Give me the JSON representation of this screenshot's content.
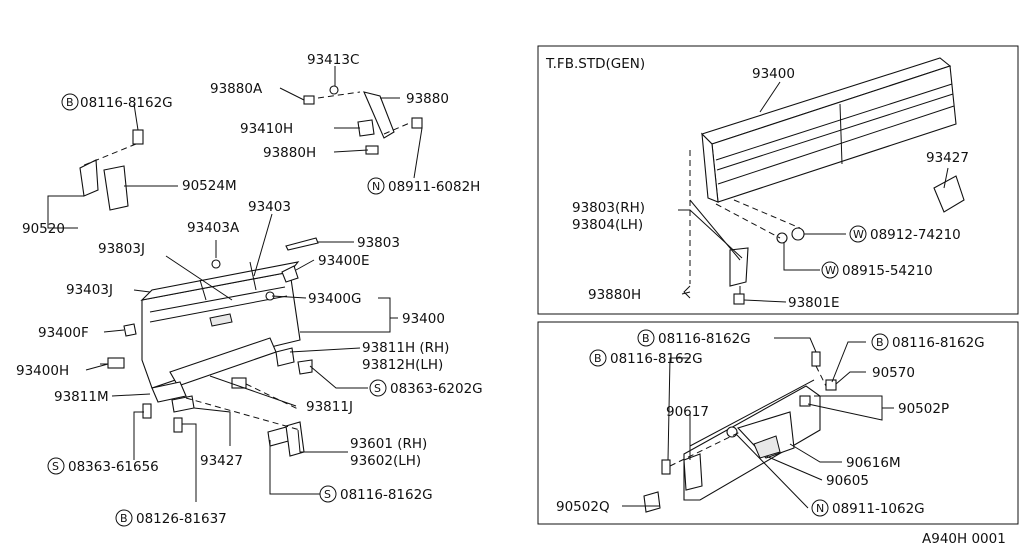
{
  "diagram_code": "A940H 0001",
  "inset_top_title": "T.FB.STD(GEN)",
  "parts": {
    "p93413C": "93413C",
    "p93880A": "93880A",
    "p93880": "93880",
    "p08116_8162G_a": "08116-8162G",
    "p93410H": "93410H",
    "p93880H_a": "93880H",
    "p08911_6082H": "08911-6082H",
    "p90524M": "90524M",
    "p90520": "90520",
    "p93403": "93403",
    "p93403A": "93403A",
    "p93803J": "93803J",
    "p93803": "93803",
    "p93400E": "93400E",
    "p93403J": "93403J",
    "p93400G": "93400G",
    "p93400_a": "93400",
    "p93400F": "93400F",
    "p93811H": "93811H (RH)",
    "p93812H": "93812H(LH)",
    "p93400H": "93400H",
    "p08363_6202G": "08363-6202G",
    "p93811M": "93811M",
    "p93811J": "93811J",
    "p93601": "93601 (RH)",
    "p93602": "93602(LH)",
    "p08363_61656": "08363-61656",
    "p93427_a": "93427",
    "p08116_8162G_b": "08116-8162G",
    "p08126_81637": "08126-81637",
    "p93400_b": "93400",
    "p93427_b": "93427",
    "p93803RH": "93803(RH)",
    "p93804LH": "93804(LH)",
    "p08912_74210": "08912-74210",
    "p08915_54210": "08915-54210",
    "p93880H_b": "93880H",
    "p93801E": "93801E",
    "p08116_8162G_c": "08116-8162G",
    "p08116_8162G_d": "08116-8162G",
    "p08116_8162G_e": "08116-8162G",
    "p90570": "90570",
    "p90617": "90617",
    "p90502P": "90502P",
    "p90616M": "90616M",
    "p90605": "90605",
    "p90502Q": "90502Q",
    "p08911_1062G": "08911-1062G"
  },
  "prefixes": {
    "B": "B",
    "N": "N",
    "S": "S",
    "W": "W"
  }
}
